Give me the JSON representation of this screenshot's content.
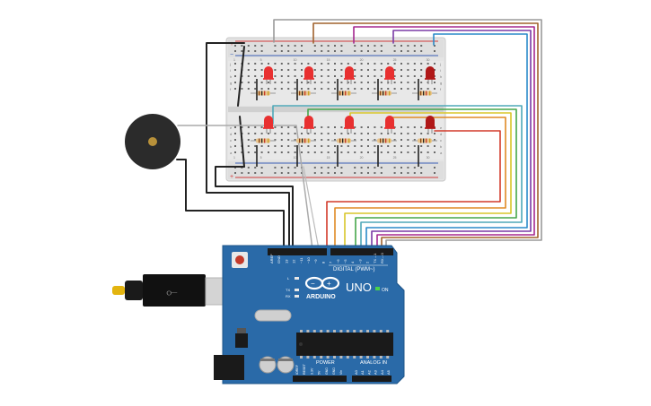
{
  "colors": {
    "board": "#2a6aa8",
    "board_edge": "#1f5588",
    "breadboard": "#e2e2e2",
    "rail_red": "#d33c3c",
    "rail_blue": "#3a5fb5",
    "led_red": "#e83030",
    "led_dark": "#b01818",
    "resistor": "#e8c48c",
    "buzzer": "#2b2b2b",
    "buzzer_center": "#b8913a",
    "wire_black": "#222222",
    "wire_gray": "#9a9a9a",
    "wire_brown": "#a0622d",
    "wire_magenta": "#a5288f",
    "wire_purple": "#7a3aa5",
    "wire_blue": "#2a8ac9",
    "wire_teal": "#4fa8b8",
    "wire_green": "#46a64a",
    "wire_yellow": "#d8c62a",
    "wire_orange": "#e08a25",
    "wire_red": "#d23a2a"
  },
  "breadboard": {
    "plus_label": "+",
    "minus_label": "−",
    "row_letters_top": [
      "j",
      "i",
      "h",
      "g",
      "f"
    ],
    "row_letters_bottom": [
      "e",
      "d",
      "c",
      "b",
      "a"
    ],
    "column_numbers": [
      "1",
      "5",
      "10",
      "15",
      "20",
      "25",
      "30"
    ]
  },
  "arduino": {
    "logo_text": "ARDUINO",
    "model_text": "UNO",
    "on_label": "ON",
    "digital_header_label": "DIGITAL (PWM~)",
    "power_label": "POWER",
    "analog_label": "ANALOG IN",
    "tx_label": "TX",
    "rx_label": "RX",
    "l_label": "L",
    "top_pin_labels": [
      "AREF",
      "GND",
      "13",
      "12",
      "~11",
      "~10",
      "~9",
      "8",
      "7",
      "~6",
      "~5",
      "4",
      "~3",
      "2",
      "TX→1",
      "RX←0"
    ],
    "power_pin_labels": [
      "IOREF",
      "RESET",
      "3.3V",
      "5V",
      "GND",
      "GND",
      "Vin"
    ],
    "analog_pin_labels": [
      "A0",
      "A1",
      "A2",
      "A3",
      "A4",
      "A5"
    ]
  },
  "leds": {
    "row1_count": 5,
    "row2_count": 5
  }
}
